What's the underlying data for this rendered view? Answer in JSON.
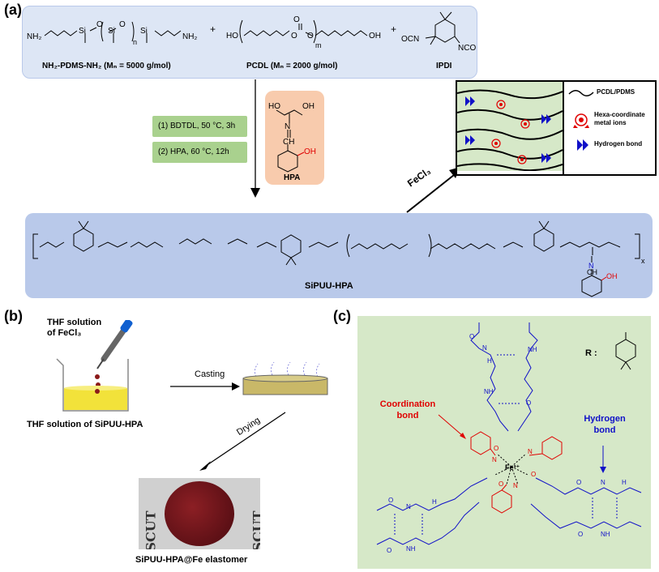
{
  "panels": {
    "a": "(a)",
    "b": "(b)",
    "c": "(c)"
  },
  "reactants": {
    "pdms_label": "NH₂-PDMS-NH₂ (Mₙ = 5000 g/mol)",
    "pcdl_label": "PCDL (Mₙ = 2000 g/mol)",
    "ipdi_label": "IPDI",
    "plus": "+",
    "nh2": "NH₂",
    "ho": "HO",
    "oh": "OH",
    "si": "Si",
    "o": "O",
    "n": "n",
    "m": "m",
    "ocn": "OCN",
    "nco": "NCO"
  },
  "conditions": {
    "step1": "(1) BDTDL, 50 °C, 3h",
    "step2": "(2) HPA, 60 °C, 12h"
  },
  "hpa": {
    "label": "HPA",
    "ho": "HO",
    "oh": "OH",
    "ch": "CH",
    "n": "N",
    "oh2": "OH"
  },
  "fecl3": "FeCl₃",
  "network_legend": {
    "pcdl_pdms": "PCDL/PDMS",
    "metal": "Hexa-coordinate metal ions",
    "hbond": "Hydrogen bond"
  },
  "product": {
    "label": "SiPUU-HPA",
    "x": "x",
    "ch": "CH",
    "n": "N",
    "oh": "OH"
  },
  "panel_b": {
    "thf_fecl3": "THF solution of FeCl₃",
    "casting": "Casting",
    "drying": "Drying",
    "thf_sipuu": "THF solution of SiPUU-HPA",
    "elastomer": "SiPUU-HPA@Fe elastomer",
    "scut": "SCUT"
  },
  "panel_c": {
    "r_label": "R :",
    "coordination": "Coordination bond",
    "hydrogen": "Hydrogen bond",
    "fe": "Fe³⁺"
  },
  "colors": {
    "box_blue": "#dde6f5",
    "box_blue_dark": "#b9c9ea",
    "conditions_green": "#a9d18e",
    "hpa_peach": "#f8cbad",
    "panel_c_green": "#d6e8c8",
    "red": "#e00000",
    "blue": "#1010c8"
  }
}
